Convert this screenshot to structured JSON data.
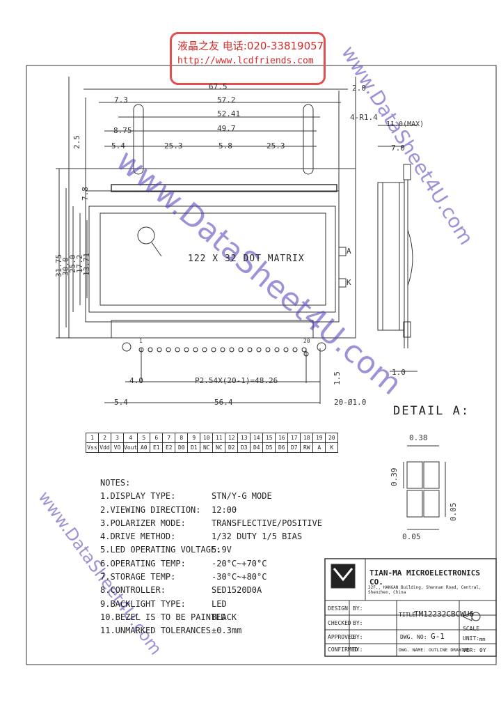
{
  "stamp": {
    "line1": "液晶之友 电话:020-33819057",
    "line2": "http://www.lcdfriends.com"
  },
  "watermarks": [
    "www.DataSheet4U.com",
    "www.DataSheet4U.com",
    "www.DataSheet4U.com"
  ],
  "dimensions": {
    "top": [
      "7.3",
      "57.2",
      "52.41",
      "49.7",
      "8.75",
      "5.4",
      "25.3",
      "5.8",
      "25.3",
      "2.0",
      "4-R1.4",
      "67.5"
    ],
    "left": [
      "2.5",
      "7.8",
      "31.75",
      "30.0",
      "25.0",
      "17.2",
      "13.71"
    ],
    "bottom": [
      "4.0",
      "P2.54X(20-1)=48.26",
      "5.4",
      "56.4",
      "1.5",
      "20-Ø1.0"
    ],
    "side": [
      "11.0(MAX)",
      "7.0",
      "1.0"
    ],
    "leds": [
      "A",
      "K"
    ],
    "pin_marks": [
      "1",
      "20"
    ]
  },
  "display_label": "122 X 32 DOT MATRIX",
  "pins": {
    "numbers": [
      "1",
      "2",
      "3",
      "4",
      "5",
      "6",
      "7",
      "8",
      "9",
      "10",
      "11",
      "12",
      "13",
      "14",
      "15",
      "16",
      "17",
      "18",
      "19",
      "20"
    ],
    "names": [
      "Vss",
      "Vdd",
      "VO",
      "Vout",
      "A0",
      "E1",
      "E2",
      "D0",
      "D1",
      "NC",
      "NC",
      "D2",
      "D3",
      "D4",
      "D5",
      "D6",
      "D7",
      "RW",
      "A",
      "K"
    ]
  },
  "notes": {
    "title": "NOTES:",
    "items": [
      {
        "k": "1.DISPLAY TYPE:",
        "v": "STN/Y-G  MODE"
      },
      {
        "k": "2.VIEWING DIRECTION:",
        "v": "12:00"
      },
      {
        "k": "3.POLARIZER MODE:",
        "v": "TRANSFLECTIVE/POSITIVE"
      },
      {
        "k": "4.DRIVE METHOD:",
        "v": "1/32 DUTY 1/5 BIAS"
      },
      {
        "k": "5.LED OPERATING VOLTAGE:",
        "v": "5.9V"
      },
      {
        "k": "6.OPERATING TEMP:",
        "v": "-20°C~+70°C"
      },
      {
        "k": "7.STORAGE TEMP:",
        "v": "-30°C~+80°C"
      },
      {
        "k": "8.CONTROLLER:",
        "v": "SED1520D0A"
      },
      {
        "k": "9.BACKLIGHT TYPE:",
        "v": "LED"
      },
      {
        "k": "10.BEZEL IS TO BE PAINTED",
        "v": "BLACK"
      },
      {
        "k": "11.UNMARKED TOLERANCES",
        "v": "±0.3mm"
      }
    ]
  },
  "detail": {
    "title": "DETAIL A:",
    "dims": [
      "0.38",
      "0.39",
      "0.05",
      "0.05"
    ]
  },
  "title_block": {
    "company": "TIAN-MA MICROELECTRONICS CO.",
    "address": "22F., HANGAN Building, Shennan Road, Central, Shenzhen, China",
    "rows": [
      "DESIGN",
      "CHECKED",
      "APPROVED",
      "CONFIRMED"
    ],
    "by": "BY:",
    "title_label": "TITLE",
    "title": "TM12232CBCWU6",
    "dwg_label": "DWG. NO:",
    "dwg_no": "G-1",
    "scale_label": "SCALE",
    "unit_label": "UNIT:",
    "unit": "mm",
    "dwg_name": "DWG. NAME: OUTLINE DRAWING",
    "ver_label": "VER:",
    "ver": "0Y"
  }
}
